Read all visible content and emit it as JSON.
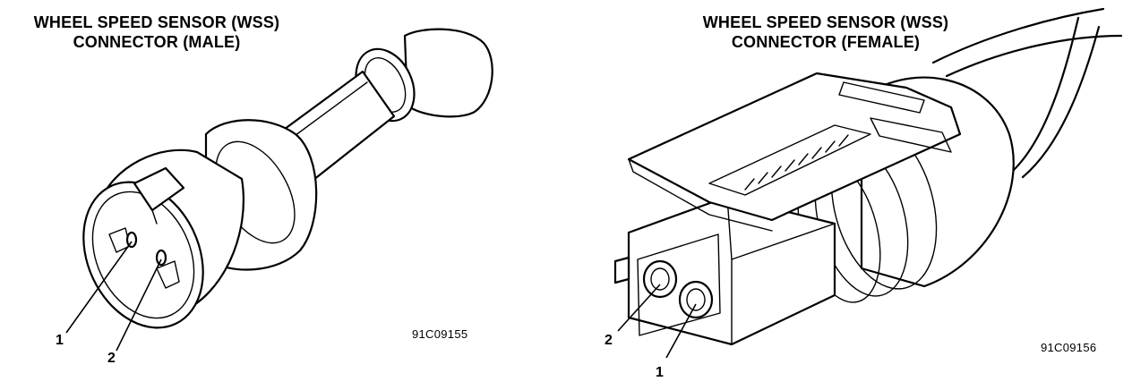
{
  "male": {
    "title_line1": "WHEEL SPEED SENSOR (WSS)",
    "title_line2": "CONNECTOR (MALE)",
    "pin1": "1",
    "pin2": "2",
    "code": "91C09155"
  },
  "female": {
    "title_line1": "WHEEL SPEED SENSOR (WSS)",
    "title_line2": "CONNECTOR (FEMALE)",
    "pin1": "1",
    "pin2": "2",
    "code": "91C09156"
  }
}
